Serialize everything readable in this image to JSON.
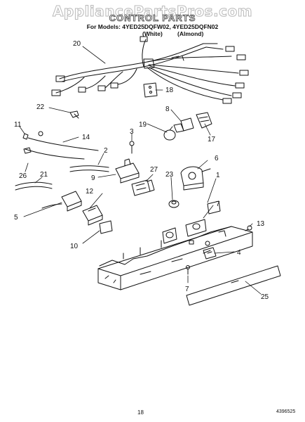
{
  "watermark": "AppliancePartsPros.com",
  "header": {
    "title": "CONTROL PARTS",
    "models": "For Models: 4YED25DQFW02, 4YED25DQFN02",
    "variant_white": "(White)",
    "variant_almond": "(Almond)"
  },
  "callouts": [
    "20",
    "18",
    "22",
    "8",
    "17",
    "19",
    "3",
    "11",
    "14",
    "2",
    "6",
    "27",
    "23",
    "1",
    "9",
    "26",
    "21",
    "12",
    "7",
    "13",
    "5",
    "10",
    "4",
    "7",
    "25"
  ],
  "footer": {
    "page_number": "18",
    "document_number": "4396525"
  },
  "colors": {
    "line": "#111111",
    "watermark": "#b9b9b9"
  }
}
